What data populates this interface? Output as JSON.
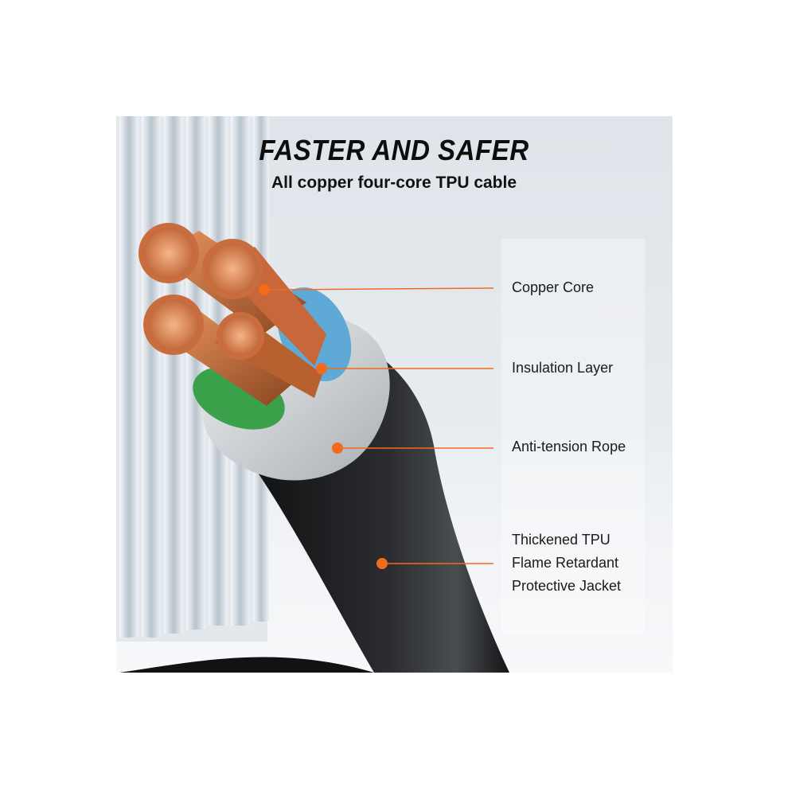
{
  "headline": "FASTER AND SAFER",
  "subheadline": "All copper four-core TPU cable",
  "callouts": [
    {
      "lines": [
        "Copper Core"
      ]
    },
    {
      "lines": [
        "Insulation Layer"
      ]
    },
    {
      "lines": [
        "Anti-tension Rope"
      ]
    },
    {
      "lines": [
        "Thickened TPU",
        "Flame Retardant",
        "Protective Jacket"
      ]
    }
  ],
  "colors": {
    "accent_orange": "#f26b1d",
    "jacket_black": "#1b1c1e",
    "copper": "#d9834e",
    "insulation_blue": "#5fa9d6",
    "insulation_green": "#3aa04a",
    "rope_grey": "#cfd3d6"
  }
}
